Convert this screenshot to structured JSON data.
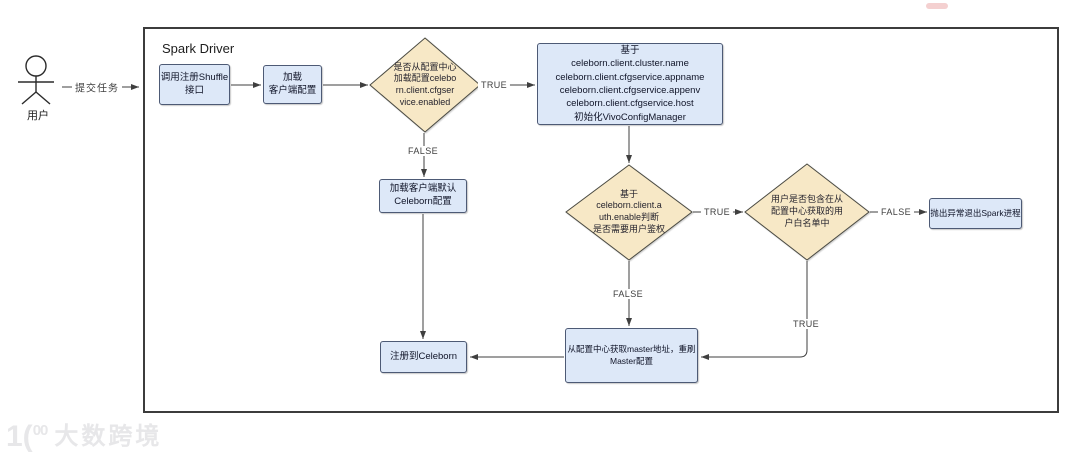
{
  "container": {
    "title": "Spark Driver"
  },
  "actor": {
    "label": "用户"
  },
  "nodes": {
    "call_shuffle": "调用注册Shuffle\n接口",
    "load_client_config": "加载\n客户端配置",
    "decision_cfgservice": "是否从配置中心\n加载配置celebo\nrn.client.cfgser\nvice.enabled",
    "init_config_manager": "基于\nceleborn.client.cluster.name\nceleborn.client.cfgservice.appname\nceleborn.client.cfgservice.appenv\nceleborn.client.cfgservice.host\n初始化VivoConfigManager",
    "load_default_config": "加载客户端默认\nCeleborn配置",
    "decision_auth": "基于\nceleborn.client.a\nuth.enable判断\n是否需要用户鉴权",
    "decision_whitelist": "用户是否包含在从\n配置中心获取的用\n户白名单中",
    "throw_exception": "抛出异常退出Spark进程",
    "refresh_master": "从配置中心获取master地址，重刷\nMaster配置",
    "register_celeborn": "注册到Celeborn"
  },
  "edges": {
    "submit_task": "提交任务",
    "cfg_true": "TRUE",
    "cfg_false": "FALSE",
    "auth_true": "TRUE",
    "auth_false": "FALSE",
    "whitelist_false": "FALSE",
    "whitelist_true": "TRUE"
  },
  "watermark": {
    "logo_big": "1(",
    "logo_small": "00",
    "brand": "大数跨境"
  },
  "colors": {
    "node_fill": "#dde8f8",
    "decision_fill": "#f7e8c6",
    "stroke": "#3f3f3f",
    "container_border": "#3c3c3c"
  }
}
